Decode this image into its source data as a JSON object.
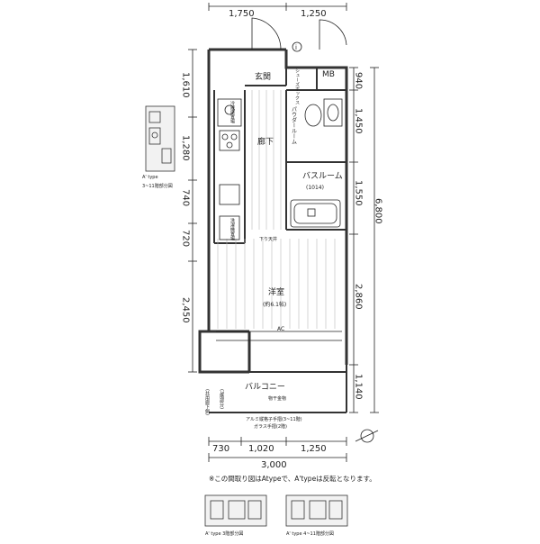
{
  "dimensions": {
    "top": [
      "1,750",
      "1,250"
    ],
    "bottom": [
      "730",
      "1,020",
      "1,250"
    ],
    "bottom_total": "3,000",
    "left": [
      "1,610",
      "1,280",
      "740",
      "720",
      "2,450"
    ],
    "right": [
      "940",
      "1,450",
      "1,550",
      "2,860",
      "1,140"
    ],
    "right_total": "6,800"
  },
  "rooms": {
    "genkan": "玄関",
    "shoes_box": "シューズボックス",
    "mb": "MB",
    "powder_room": "パウダールーム",
    "bath_room": "バスルーム",
    "bath_size": "(1014)",
    "corridor": "廊下",
    "western_room": "洋室",
    "western_size": "(約6.1帖)",
    "balcony": "バルコニー",
    "laundry": "物干金物",
    "ac": "AC",
    "drop_ceiling": "下り天井",
    "refrigerator": "冷蔵庫置場",
    "washer": "洗濯機置場"
  },
  "notes": {
    "railing": "アルミ縦格子手摺(3~11階)",
    "glass": "ガラス手摺(2階)",
    "main_note": "※この間取り図はAtypeで、A'typeは反転となります。",
    "inset_left_title": "A' type",
    "inset_left_sub": "3~11階部分図",
    "inset_bottom_left": "A' type 3階部分図",
    "inset_bottom_right": "A' type 4~11階部分図",
    "left_side": "(共用廊下側)",
    "right_side": "(3階部分)"
  },
  "colors": {
    "line": "#222222",
    "wall": "#333333",
    "floor_line": "#b8b8b8",
    "inset_fill": "#f2f2f2"
  }
}
